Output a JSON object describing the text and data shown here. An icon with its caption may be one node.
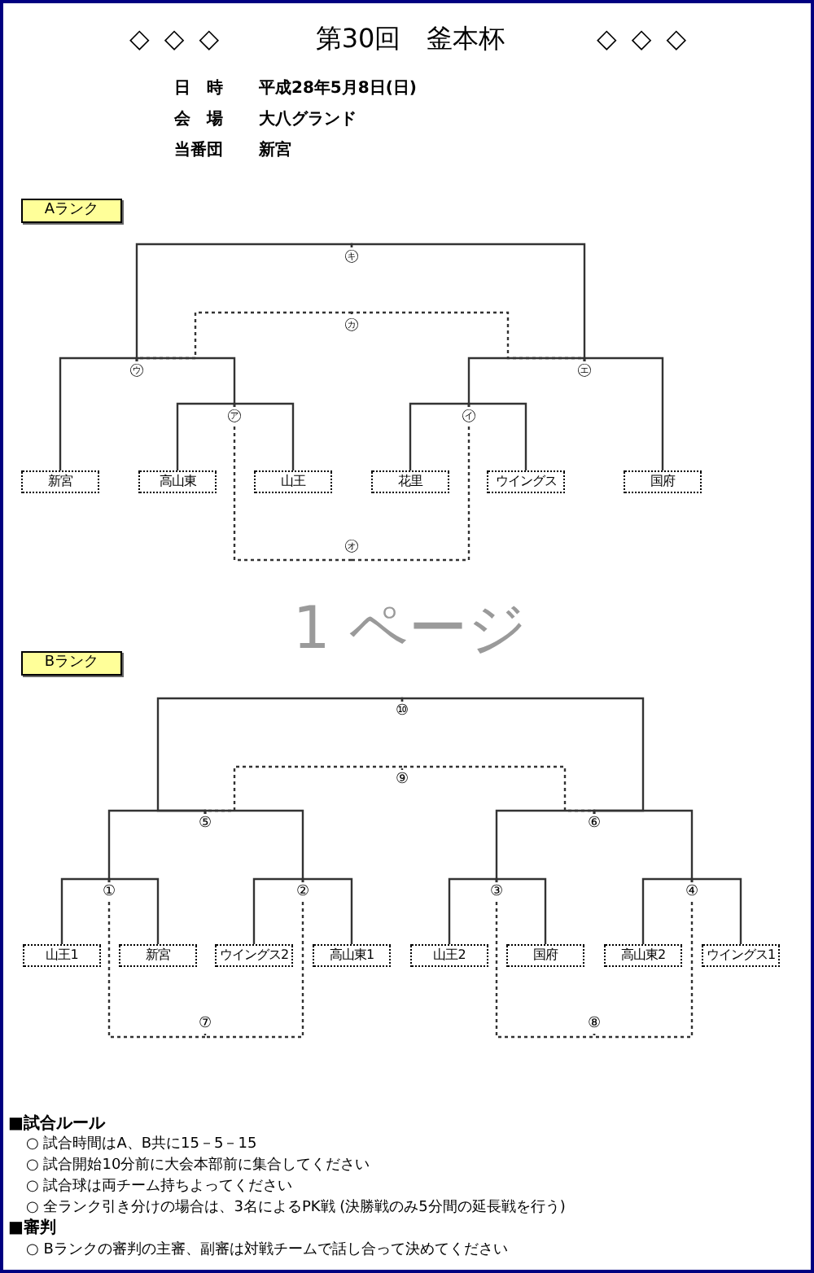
{
  "diagram": {
    "title": "第30回　釜本杯",
    "nodes": [
      {
        "text": [
          "Aランク"
        ]
      },
      {
        "text": [
          "新宮"
        ]
      },
      {
        "text": [
          "高山東"
        ]
      },
      {
        "text": [
          "山王"
        ]
      },
      {
        "text": [
          "花里"
        ]
      },
      {
        "text": [
          "ウイングス"
        ]
      },
      {
        "text": [
          "国府"
        ]
      },
      {
        "text": [
          "㋐"
        ]
      },
      {
        "text": [
          "㋑"
        ]
      },
      {
        "text": [
          "㋒"
        ]
      },
      {
        "text": [
          "㋓"
        ]
      },
      {
        "text": [
          "㋔"
        ]
      },
      {
        "text": [
          "㋕"
        ]
      },
      {
        "text": [
          "㋖"
        ]
      },
      {
        "text": [
          "Bランク"
        ]
      },
      {
        "text": [
          "山王1"
        ]
      },
      {
        "text": [
          "新宮"
        ]
      },
      {
        "text": [
          "ウイングス2"
        ]
      },
      {
        "text": [
          "高山東1"
        ]
      },
      {
        "text": [
          "山王2"
        ]
      },
      {
        "text": [
          "国府"
        ]
      },
      {
        "text": [
          "高山東2"
        ]
      },
      {
        "text": [
          "ウイングス1"
        ]
      },
      {
        "text": [
          "①"
        ]
      },
      {
        "text": [
          "②"
        ]
      },
      {
        "text": [
          "③"
        ]
      },
      {
        "text": [
          "④"
        ]
      },
      {
        "text": [
          "⑤"
        ]
      },
      {
        "text": [
          "⑥"
        ]
      },
      {
        "text": [
          "⑦"
        ]
      },
      {
        "text": [
          "⑧"
        ]
      },
      {
        "text": [
          "⑨"
        ]
      },
      {
        "text": [
          "⑩"
        ]
      }
    ],
    "edges": [
      {
        "from": 2,
        "to": 7,
        "arrow": "none"
      },
      {
        "from": 3,
        "to": 7,
        "arrow": "none"
      },
      {
        "from": 4,
        "to": 8,
        "arrow": "none"
      },
      {
        "from": 5,
        "to": 8,
        "arrow": "none"
      },
      {
        "from": 1,
        "to": 9,
        "arrow": "none"
      },
      {
        "from": 7,
        "to": 9,
        "arrow": "none"
      },
      {
        "from": 8,
        "to": 10,
        "arrow": "none"
      },
      {
        "from": 6,
        "to": 10,
        "arrow": "none"
      },
      {
        "from": 7,
        "to": 11,
        "arrow": "none",
        "style": "dashed"
      },
      {
        "from": 8,
        "to": 11,
        "arrow": "none",
        "style": "dashed"
      },
      {
        "from": 9,
        "to": 12,
        "arrow": "none",
        "style": "dashed"
      },
      {
        "from": 10,
        "to": 12,
        "arrow": "none",
        "style": "dashed"
      },
      {
        "from": 9,
        "to": 13,
        "arrow": "none"
      },
      {
        "from": 10,
        "to": 13,
        "arrow": "none"
      },
      {
        "from": 15,
        "to": 23,
        "arrow": "none"
      },
      {
        "from": 16,
        "to": 23,
        "arrow": "none"
      },
      {
        "from": 17,
        "to": 24,
        "arrow": "none"
      },
      {
        "from": 18,
        "to": 24,
        "arrow": "none"
      },
      {
        "from": 19,
        "to": 25,
        "arrow": "none"
      },
      {
        "from": 20,
        "to": 25,
        "arrow": "none"
      },
      {
        "from": 21,
        "to": 26,
        "arrow": "none"
      },
      {
        "from": 22,
        "to": 26,
        "arrow": "none"
      },
      {
        "from": 23,
        "to": 27,
        "arrow": "none"
      },
      {
        "from": 24,
        "to": 27,
        "arrow": "none"
      },
      {
        "from": 25,
        "to": 28,
        "arrow": "none"
      },
      {
        "from": 26,
        "to": 28,
        "arrow": "none"
      },
      {
        "from": 23,
        "to": 29,
        "arrow": "none",
        "style": "dashed"
      },
      {
        "from": 24,
        "to": 29,
        "arrow": "none",
        "style": "dashed"
      },
      {
        "from": 25,
        "to": 30,
        "arrow": "none",
        "style": "dashed"
      },
      {
        "from": 26,
        "to": 30,
        "arrow": "none",
        "style": "dashed"
      },
      {
        "from": 27,
        "to": 31,
        "arrow": "none",
        "style": "dashed"
      },
      {
        "from": 28,
        "to": 31,
        "arrow": "none",
        "style": "dashed"
      },
      {
        "from": 27,
        "to": 32,
        "arrow": "none"
      },
      {
        "from": 28,
        "to": 32,
        "arrow": "none"
      }
    ],
    "labels": [
      "◇ ◇ ◇",
      "◇ ◇ ◇",
      "日　時",
      "平成28年5月8日(日)",
      "会　場",
      "大八グランド",
      "当番団",
      "新宮",
      "1 ページ",
      "■試合ルール",
      "○ 試合時間はA、B共に15－5－15",
      "○ 試合開始10分前に大会本部前に集合してください",
      "○ 試合球は両チーム持ちよってください",
      "○ 全ランク引き分けの場合は、3名によるPK戦 (決勝戦のみ5分間の延長戦を行う)",
      "■審判",
      "○ Bランクの審判の主審、副審は対戦チームで話し合って決めてください"
    ]
  }
}
